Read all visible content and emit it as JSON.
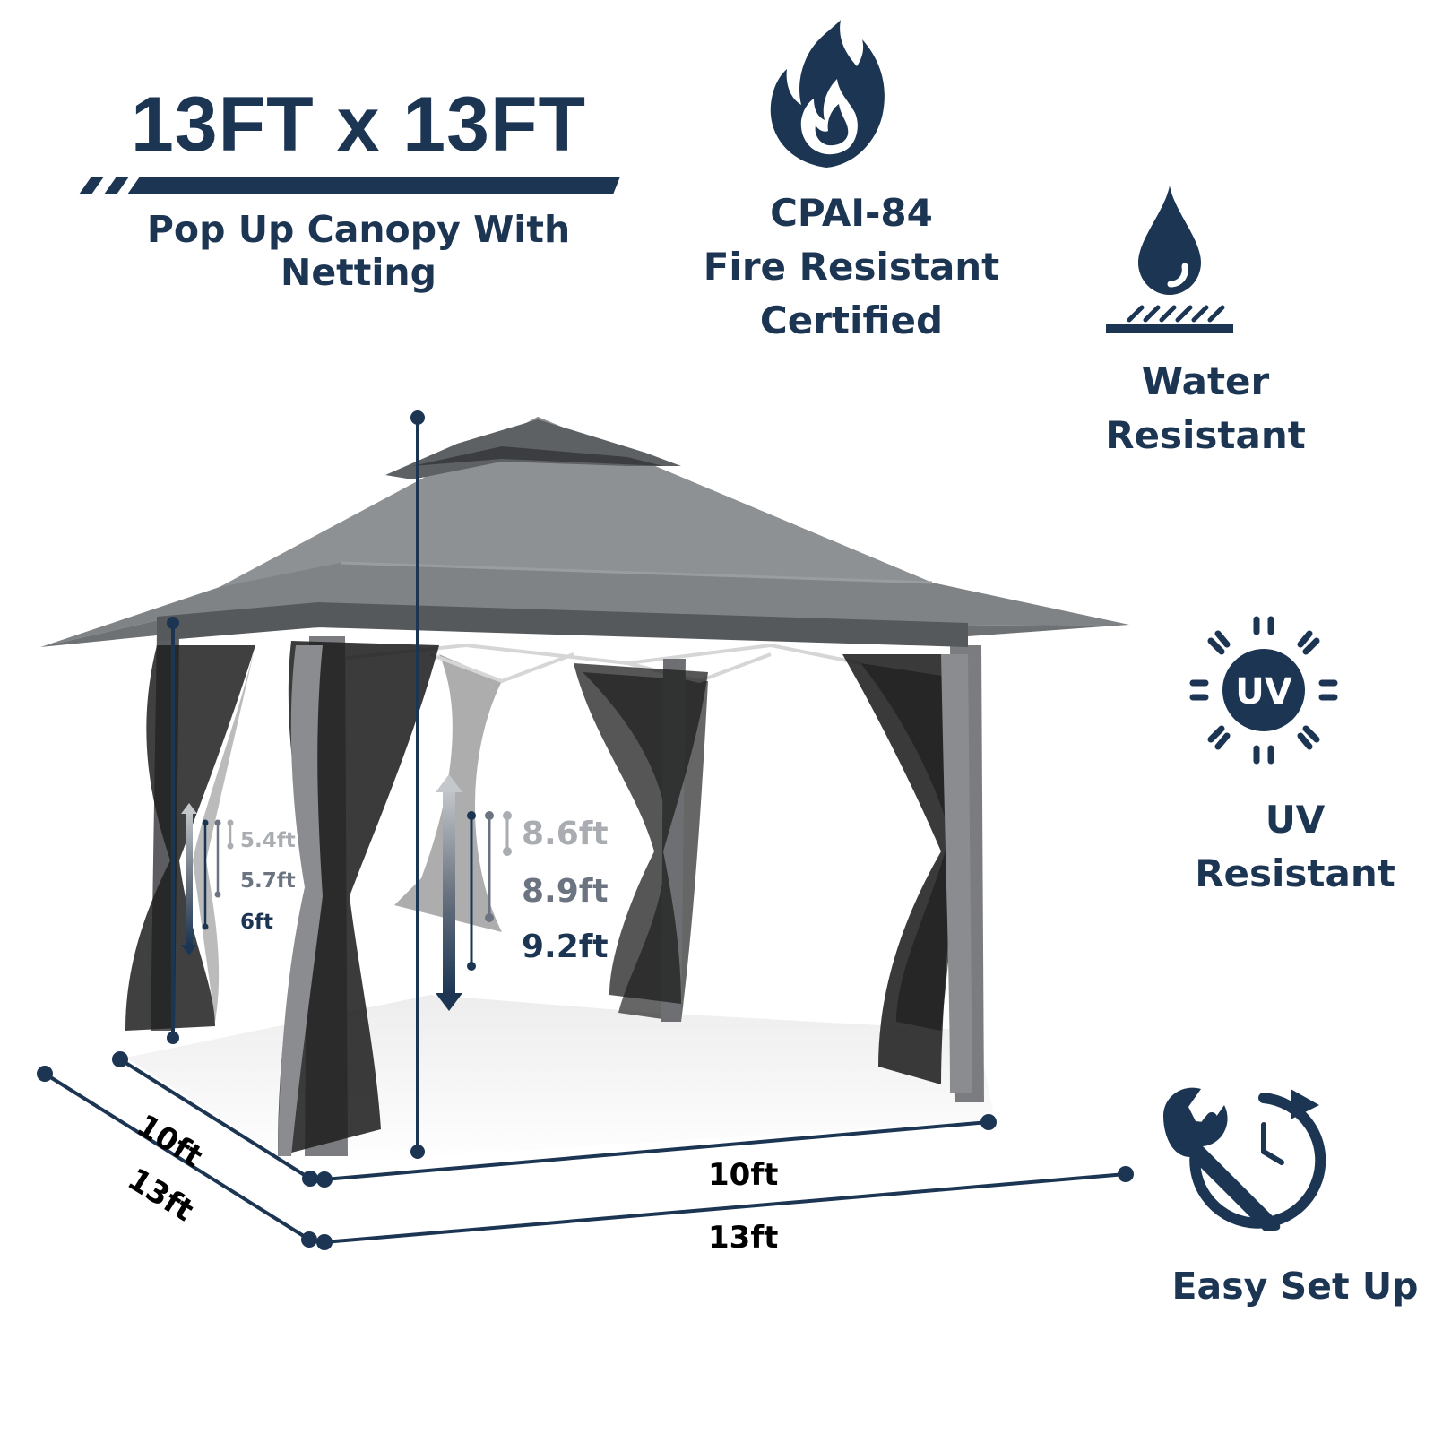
{
  "header": {
    "title": "13FT x 13FT",
    "subtitle": "Pop Up Canopy With Netting"
  },
  "features": {
    "fire": {
      "lines": [
        "CPAI-84",
        "Fire Resistant",
        "Certified"
      ],
      "icon": "flame-icon"
    },
    "water": {
      "lines": [
        "Water",
        "Resistant"
      ],
      "icon": "water-drop-icon"
    },
    "uv": {
      "lines": [
        "UV",
        "Resistant"
      ],
      "icon": "uv-sun-icon",
      "badge": "UV"
    },
    "setup": {
      "lines": [
        "Easy Set Up"
      ],
      "icon": "wrench-clock-icon"
    }
  },
  "dimensions": {
    "inner_depth": "10ft",
    "outer_depth": "13ft",
    "inner_width": "10ft",
    "outer_width": "13ft"
  },
  "heights": {
    "center": [
      "8.6ft",
      "8.9ft",
      "9.2ft"
    ],
    "side": [
      "5.4ft",
      "5.7ft",
      "6ft"
    ]
  },
  "colors": {
    "navy": "#1b3553",
    "canopy_gray": "#7c7f82",
    "mesh_black": "#1a1a1a",
    "light_gray_text": "#a9adb2",
    "mid_gray_text": "#6b7480"
  }
}
